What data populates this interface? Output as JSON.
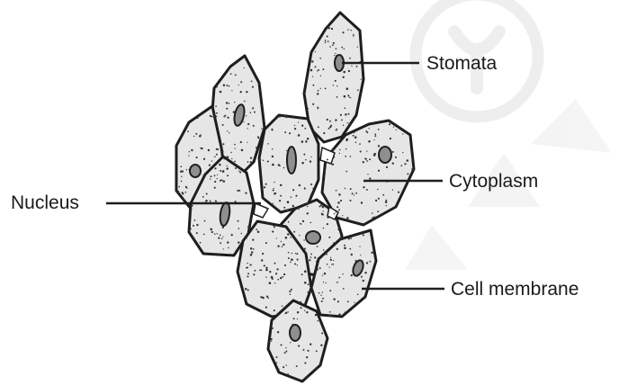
{
  "diagram": {
    "labels": {
      "stomata": "Stomata",
      "cytoplasm": "Cytoplasm",
      "nucleus": "Nucleus",
      "cell_membrane": "Cell membrane"
    },
    "colors": {
      "outline": "#1e1e1e",
      "cell_fill": "#e6e6e6",
      "nucleus_fill": "#8f8f8f",
      "stipple": "#333333",
      "watermark": "#e4e4e4"
    }
  }
}
